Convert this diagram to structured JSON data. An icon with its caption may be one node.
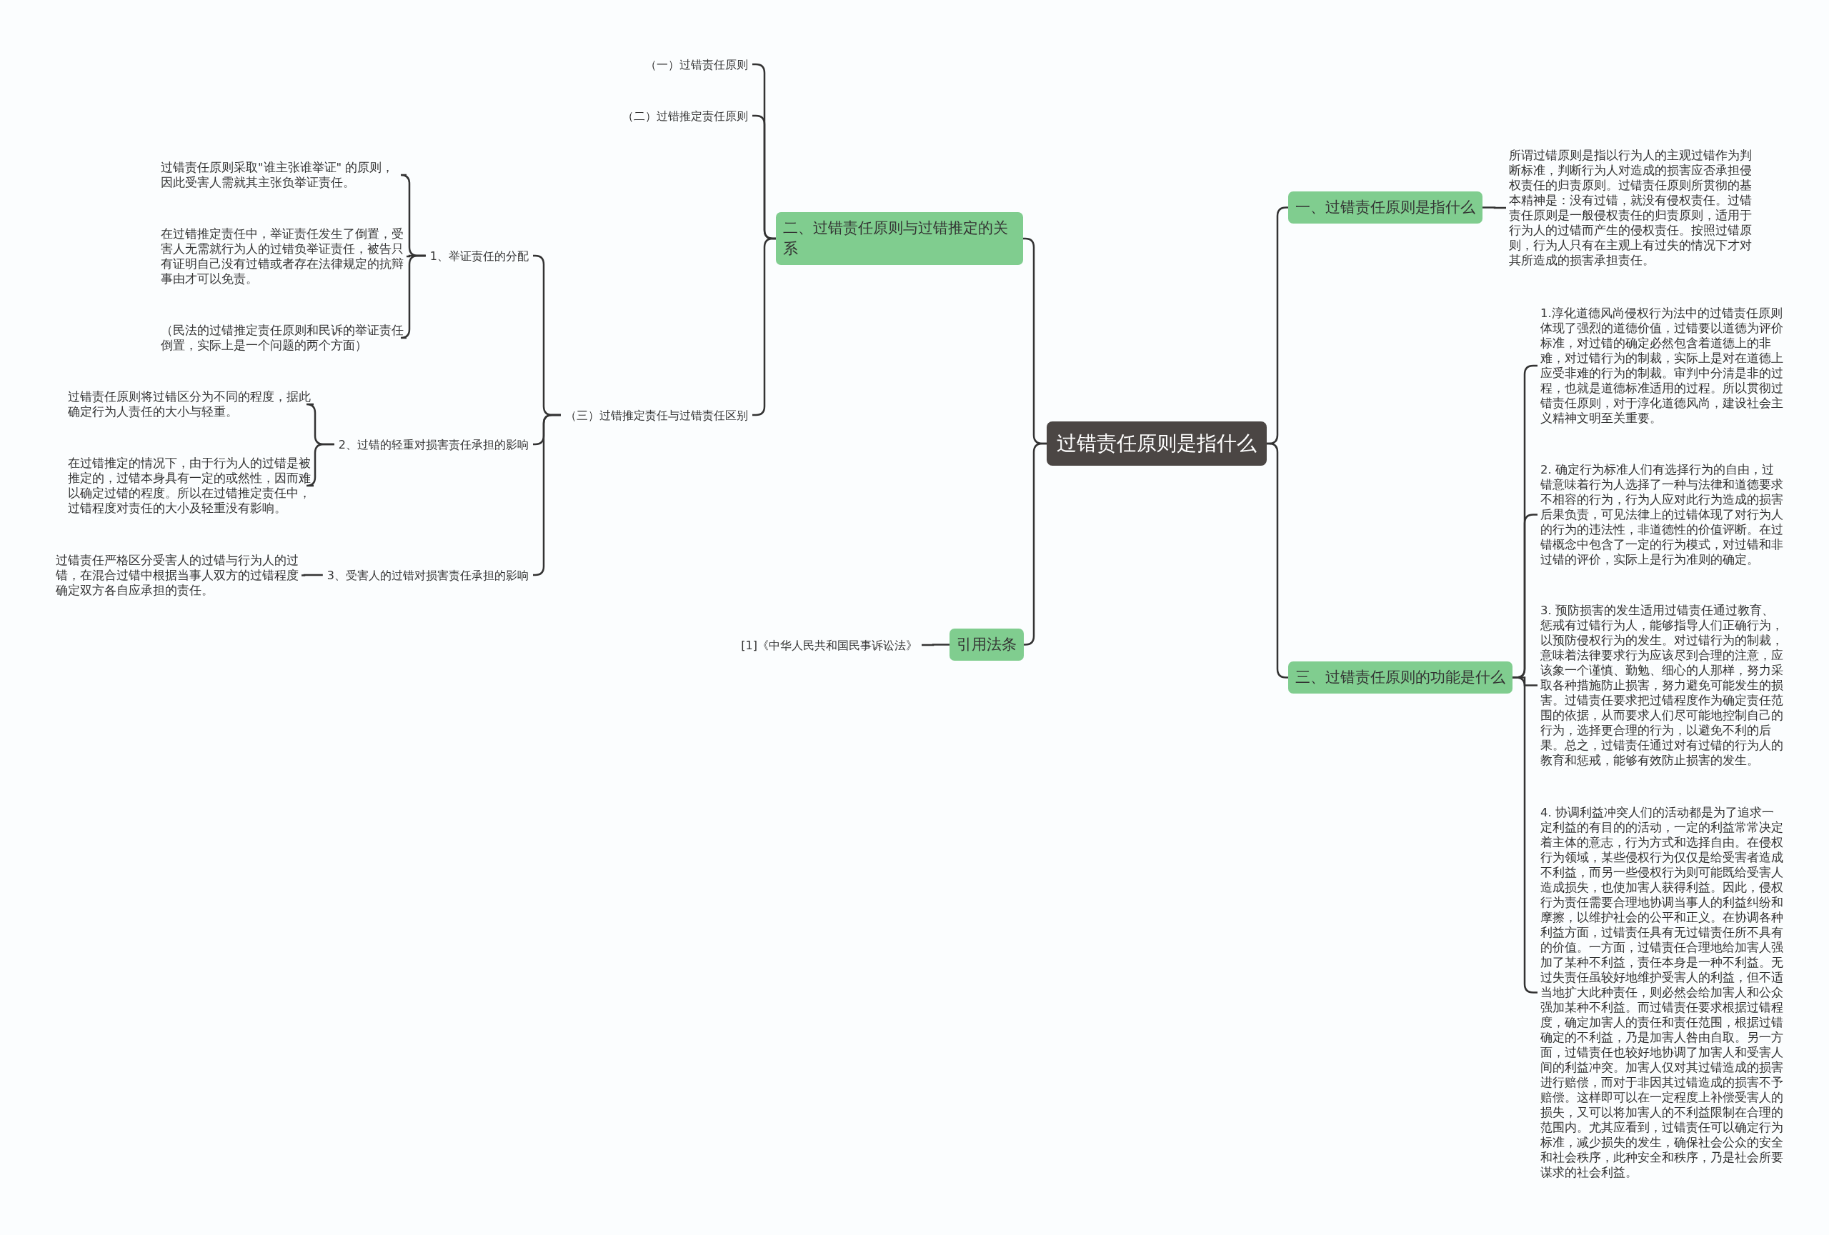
{
  "diagram": {
    "nodes": [
      {
        "text": [
          "过错责任原则是指什么"
        ]
      },
      {
        "text": [
          "一、过错责任原则是指什么"
        ]
      },
      {
        "text": [
          "所谓过错原则是指以行为人的主观过错作为判断标准，判断行为人对造成的损害应否承担侵权责任的归责原则。过错责任原则所贯彻的基本精神是：没有过错，就没有侵权责任。过错责任原则是一般侵权责任的归责原则，适用于行为人的过错而产生的侵权责任。按照过错原则，行为人只有在主观上有过失的情况下才对其所造成的损害承担责任。"
        ]
      },
      {
        "text": [
          "三、过错责任原则的功能是什么"
        ]
      },
      {
        "text": [
          "1.淳化道德风尚侵权行为法中的过错责任原则体现了强烈的道德价值，过错要以道德为评价标准，对过错的确定必然包含着道德上的非难，对过错行为的制裁，实际上是对在道德上应受非难的行为的制裁。审判中分清是非的过程，也就是道德标准适用的过程。所以贯彻过错责任原则，对于淳化道德风尚，建设社会主义精神文明至关重要。"
        ]
      },
      {
        "text": [
          "2. 确定行为标准人们有选择行为的自由，过错意味着行为人选择了一种与法律和道德要求不相容的行为，行为人应对此行为造成的损害后果负责，可见法律上的过错体现了对行为人的行为的违法性，非道德性的价值评断。在过错概念中包含了一定的行为模式，对过错和非过错的评价，实际上是行为准则的确定。"
        ]
      },
      {
        "text": [
          "3. 预防损害的发生适用过错责任通过教育、惩戒有过错行为人，能够指导人们正确行为，以预防侵权行为的发生。对过错行为的制裁，意味着法律要求行为应该尽到合理的注意，应该象一个谨慎、勤勉、细心的人那样，努力采取各种措施防止损害，努力避免可能发生的损害。过错责任要求把过错程度作为确定责任范围的依据，从而要求人们尽可能地控制自己的行为，选择更合理的行为，以避免不利的后果。总之，过错责任通过对有过错的行为人的教育和惩戒，能够有效防止损害的发生。"
        ]
      },
      {
        "text": [
          "4. 协调利益冲突人们的活动都是为了追求一定利益的有目的的活动，一定的利益常常决定着主体的意志，行为方式和选择自由。在侵权行为领域，某些侵权行为仅仅是给受害者造成不利益，而另一些侵权行为则可能既给受害人造成损失，也使加害人获得利益。因此，侵权行为责任需要合理地协调当事人的利益纠纷和摩擦，以维护社会的公平和正义。在协调各种利益方面，过错责任具有无过错责任所不具有的价值。一方面，过错责任合理地给加害人强加了某种不利益，责任本身是一种不利益。无过失责任虽较好地维护受害人的利益，但不适当地扩大此种责任，则必然会给加害人和公众强加某种不利益。而过错责任要求根据过错程度，确定加害人的责任和责任范围，根据过错确定的不利益，乃是加害人咎由自取。另一方面，过错责任也较好地协调了加害人和受害人间的利益冲突。加害人仅对其过错造成的损害进行赔偿，而对于非因其过错造成的损害不予赔偿。这样即可以在一定程度上补偿受害人的损失，又可以将加害人的不利益限制在合理的范围内。尤其应看到，过错责任可以确定行为标准，减少损失的发生，确保社会公众的安全和社会秩序，此种安全和秩序，乃是社会所要谋求的社会利益。"
        ]
      },
      {
        "text": [
          "二、过错责任原则与过错推定的关系"
        ]
      },
      {
        "text": [
          "（一）过错责任原则"
        ]
      },
      {
        "text": [
          "（二）过错推定责任原则"
        ]
      },
      {
        "text": [
          "（三）过错推定责任与过错责任区别"
        ]
      },
      {
        "text": [
          "1、举证责任的分配"
        ]
      },
      {
        "text": [
          "过错责任原则采取\"谁主张谁举证\" 的原则，因此受害人需就其主张负举证责任。"
        ]
      },
      {
        "text": [
          "在过错推定责任中，举证责任发生了倒置，受害人无需就行为人的过错负举证责任，被告只有证明自己没有过错或者存在法律规定的抗辩事由才可以免责。"
        ]
      },
      {
        "text": [
          "（民法的过错推定责任原则和民诉的举证责任倒置，实际上是一个问题的两个方面）"
        ]
      },
      {
        "text": [
          "2、过错的轻重对损害责任承担的影响"
        ]
      },
      {
        "text": [
          "过错责任原则将过错区分为不同的程度，据此确定行为人责任的大小与轻重。"
        ]
      },
      {
        "text": [
          "在过错推定的情况下，由于行为人的过错是被推定的，过错本身具有一定的或然性，因而难以确定过错的程度。所以在过错推定责任中，过错程度对责任的大小及轻重没有影响。"
        ]
      },
      {
        "text": [
          "3、受害人的过错对损害责任承担的影响"
        ]
      },
      {
        "text": [
          "过错责任严格区分受害人的过错与行为人的过错，在混合过错中根据当事人双方的过错程度确定双方各自应承担的责任。"
        ]
      },
      {
        "text": [
          "引用法条"
        ]
      },
      {
        "text": [
          "[1]《中华人民共和国民事诉讼法》"
        ]
      }
    ],
    "edges": [
      {
        "from": 0,
        "to": 1,
        "arrow": "none"
      },
      {
        "from": 1,
        "to": 2,
        "arrow": "none"
      },
      {
        "from": 0,
        "to": 3,
        "arrow": "none"
      },
      {
        "from": 3,
        "to": 4,
        "arrow": "none"
      },
      {
        "from": 3,
        "to": 5,
        "arrow": "none"
      },
      {
        "from": 3,
        "to": 6,
        "arrow": "none"
      },
      {
        "from": 3,
        "to": 7,
        "arrow": "none"
      },
      {
        "from": 0,
        "to": 8,
        "arrow": "none"
      },
      {
        "from": 8,
        "to": 9,
        "arrow": "none"
      },
      {
        "from": 8,
        "to": 10,
        "arrow": "none"
      },
      {
        "from": 8,
        "to": 11,
        "arrow": "none"
      },
      {
        "from": 11,
        "to": 12,
        "arrow": "none"
      },
      {
        "from": 12,
        "to": 13,
        "arrow": "none"
      },
      {
        "from": 12,
        "to": 14,
        "arrow": "none"
      },
      {
        "from": 12,
        "to": 15,
        "arrow": "none"
      },
      {
        "from": 11,
        "to": 16,
        "arrow": "none"
      },
      {
        "from": 16,
        "to": 17,
        "arrow": "none"
      },
      {
        "from": 16,
        "to": 18,
        "arrow": "none"
      },
      {
        "from": 11,
        "to": 19,
        "arrow": "none"
      },
      {
        "from": 19,
        "to": 20,
        "arrow": "none"
      },
      {
        "from": 0,
        "to": 21,
        "arrow": "none"
      },
      {
        "from": 21,
        "to": 22,
        "arrow": "none"
      }
    ]
  }
}
